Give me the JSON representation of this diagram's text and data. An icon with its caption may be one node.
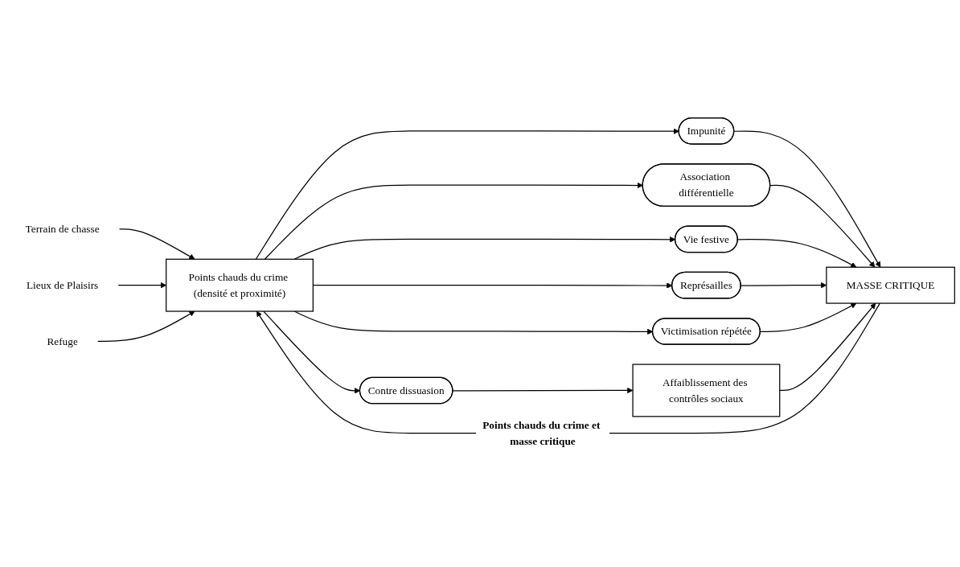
{
  "diagram": {
    "nodes": [
      {
        "text": [
          "Terrain de chasse"
        ]
      },
      {
        "text": [
          "Lieux de Plaisirs"
        ]
      },
      {
        "text": [
          "Refuge"
        ]
      },
      {
        "text": [
          "Points chauds du crime (densité et proximité)"
        ]
      },
      {
        "text": [
          "Impunité"
        ]
      },
      {
        "text": [
          "Association différentielle"
        ]
      },
      {
        "text": [
          "Vie festive"
        ]
      },
      {
        "text": [
          "Représailles"
        ]
      },
      {
        "text": [
          "Victimisation répétée"
        ]
      },
      {
        "text": [
          "Contre dissuasion"
        ]
      },
      {
        "text": [
          "MASSE CRITIQUE"
        ]
      },
      {
        "text": [
          "Affaiblissement des contrôles sociaux"
        ]
      }
    ],
    "edges": [
      {
        "from": 0,
        "to": 3,
        "arrow": "to"
      },
      {
        "from": 1,
        "to": 3,
        "arrow": "to"
      },
      {
        "from": 2,
        "to": 3,
        "arrow": "to"
      },
      {
        "from": 3,
        "to": 4,
        "arrow": "to"
      },
      {
        "from": 3,
        "to": 5,
        "arrow": "to"
      },
      {
        "from": 3,
        "to": 6,
        "arrow": "to"
      },
      {
        "from": 3,
        "to": 7,
        "arrow": "to"
      },
      {
        "from": 3,
        "to": 8,
        "arrow": "to"
      },
      {
        "from": 3,
        "to": 9,
        "arrow": "to"
      },
      {
        "from": 4,
        "to": 10,
        "arrow": "to"
      },
      {
        "from": 5,
        "to": 10,
        "arrow": "to"
      },
      {
        "from": 6,
        "to": 10,
        "arrow": "to"
      },
      {
        "from": 7,
        "to": 10,
        "arrow": "to"
      },
      {
        "from": 8,
        "to": 10,
        "arrow": "to"
      },
      {
        "from": 9,
        "to": 11,
        "arrow": "to"
      },
      {
        "from": 11,
        "to": 10,
        "arrow": "to"
      },
      {
        "from": 10,
        "to": 3,
        "arrow": "to",
        "label": "Points chauds du crime et masse critique"
      }
    ]
  }
}
